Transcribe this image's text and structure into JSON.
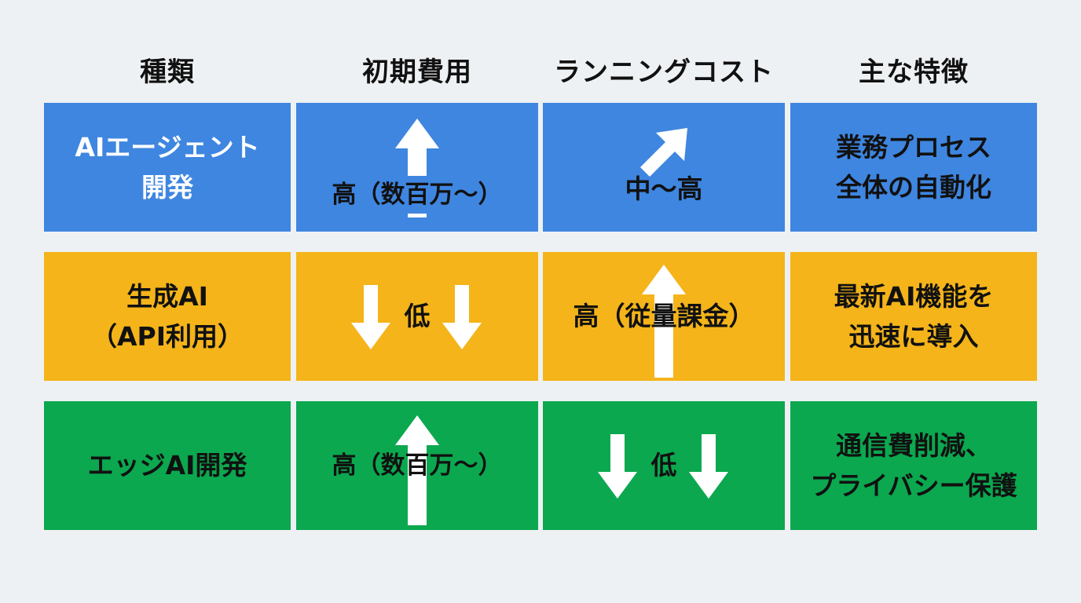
{
  "headers": [
    "種類",
    "初期費用",
    "ランニングコスト",
    "主な特徴"
  ],
  "rows": [
    {
      "type": "AIエージェント\n開発",
      "initial_cost": "高（数百万〜）",
      "initial_cost_trend": "up",
      "running_cost": "中〜高",
      "running_cost_trend": "up-right",
      "feature": "業務プロセス\n全体の自動化",
      "color": "#3f86e0"
    },
    {
      "type": "生成AI\n（API利用）",
      "initial_cost": "低",
      "initial_cost_trend": "down",
      "running_cost": "高（従量課金）",
      "running_cost_trend": "up",
      "feature": "最新AI機能を\n迅速に導入",
      "color": "#f4b41a"
    },
    {
      "type": "エッジAI開発",
      "initial_cost": "高（数百万〜）",
      "initial_cost_trend": "up",
      "running_cost": "低",
      "running_cost_trend": "down",
      "feature": "通信費削減、\nプライバシー保護",
      "color": "#0ba84f"
    }
  ]
}
